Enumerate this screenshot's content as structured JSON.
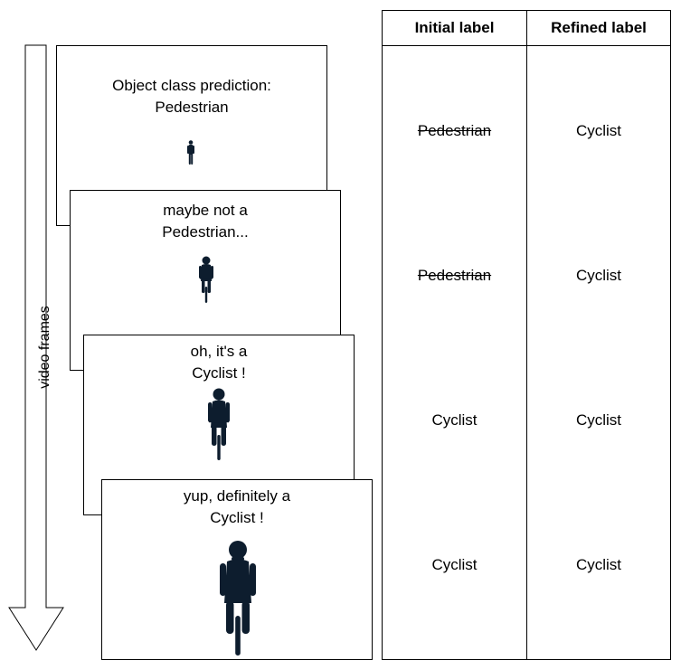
{
  "arrow": {
    "label": "video frames"
  },
  "frames": [
    {
      "caption_line1": "Object class prediction:",
      "caption_line2": "Pedestrian"
    },
    {
      "caption_line1": "maybe not a",
      "caption_line2": "Pedestrian..."
    },
    {
      "caption_line1": "oh, it's a",
      "caption_line2": "Cyclist !"
    },
    {
      "caption_line1": "yup, definitely a",
      "caption_line2": "Cyclist !"
    }
  ],
  "table": {
    "headers": [
      "Initial label",
      "Refined label"
    ],
    "rows": [
      {
        "initial": "Pedestrian",
        "refined": "Cyclist",
        "initial_struck": true
      },
      {
        "initial": "Pedestrian",
        "refined": "Cyclist",
        "initial_struck": true
      },
      {
        "initial": "Cyclist",
        "refined": "Cyclist",
        "initial_struck": false
      },
      {
        "initial": "Cyclist",
        "refined": "Cyclist",
        "initial_struck": false
      }
    ]
  },
  "colors": {
    "silhouette": "#0d1d2e",
    "line": "#000000"
  }
}
